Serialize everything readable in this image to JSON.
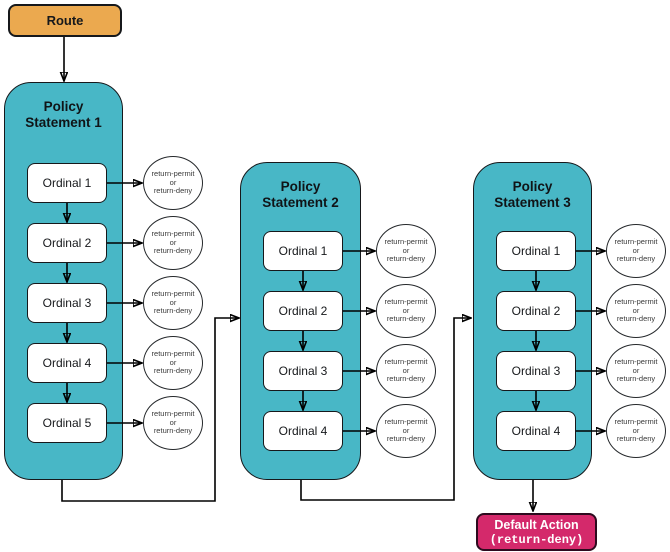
{
  "diagram": {
    "route": {
      "label": "Route"
    },
    "statements": [
      {
        "title_lines": [
          "Policy",
          "Statement 1"
        ],
        "ordinals": [
          "Ordinal 1",
          "Ordinal 2",
          "Ordinal 3",
          "Ordinal 4",
          "Ordinal 5"
        ]
      },
      {
        "title_lines": [
          "Policy",
          "Statement 2"
        ],
        "ordinals": [
          "Ordinal 1",
          "Ordinal 2",
          "Ordinal 3",
          "Ordinal 4"
        ]
      },
      {
        "title_lines": [
          "Policy",
          "Statement 3"
        ],
        "ordinals": [
          "Ordinal 1",
          "Ordinal 2",
          "Ordinal 3",
          "Ordinal 4"
        ]
      }
    ],
    "outcome": {
      "line1": "return-permit",
      "line2": "or",
      "line3": "return-deny"
    },
    "default_action": {
      "line1": "Default Action",
      "line2": "(return-deny)"
    },
    "colors": {
      "route_fill": "#eba94f",
      "statement_fill": "#48b7c6",
      "default_fill": "#d4296b",
      "outcome_text": "#3a3a3a",
      "line": "#000000"
    }
  }
}
